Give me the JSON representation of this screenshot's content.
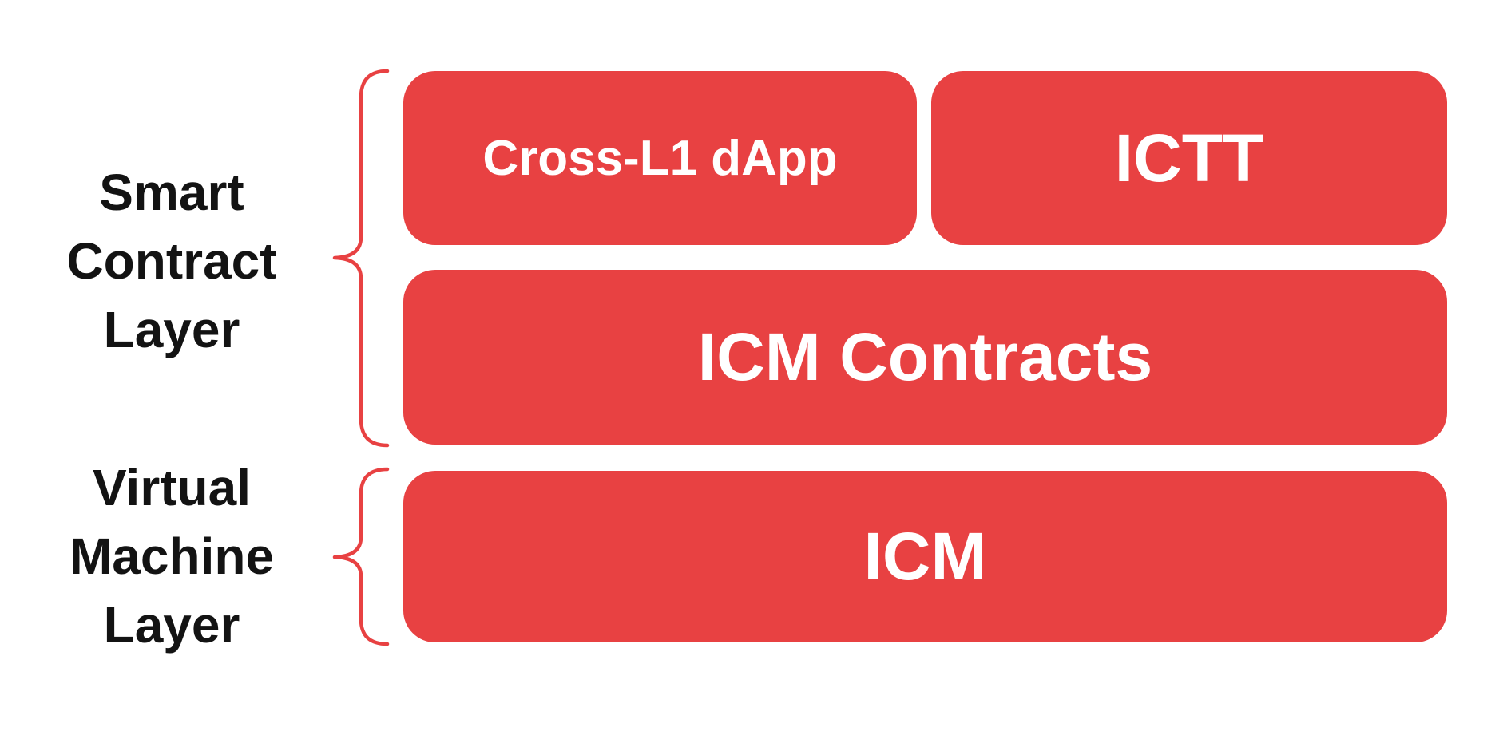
{
  "diagram": {
    "title_implicit": "Avalanche interchain messaging stack layers",
    "colors": {
      "box_fill": "#E84142",
      "brace_stroke": "#E84142",
      "box_text": "#FFFFFF",
      "label_text": "#131313",
      "background": "#FFFFFF"
    },
    "labels": {
      "smart_contract": {
        "lines": [
          "Smart",
          "Contract",
          "Layer"
        ]
      },
      "virtual_machine": {
        "lines": [
          "Virtual",
          "Machine",
          "Layer"
        ]
      }
    },
    "boxes": {
      "cross_l1_dapp": {
        "label": "Cross-L1 dApp"
      },
      "ictt": {
        "label": "ICTT"
      },
      "icm_contracts": {
        "label": "ICM Contracts"
      },
      "icm": {
        "label": "ICM"
      }
    }
  }
}
